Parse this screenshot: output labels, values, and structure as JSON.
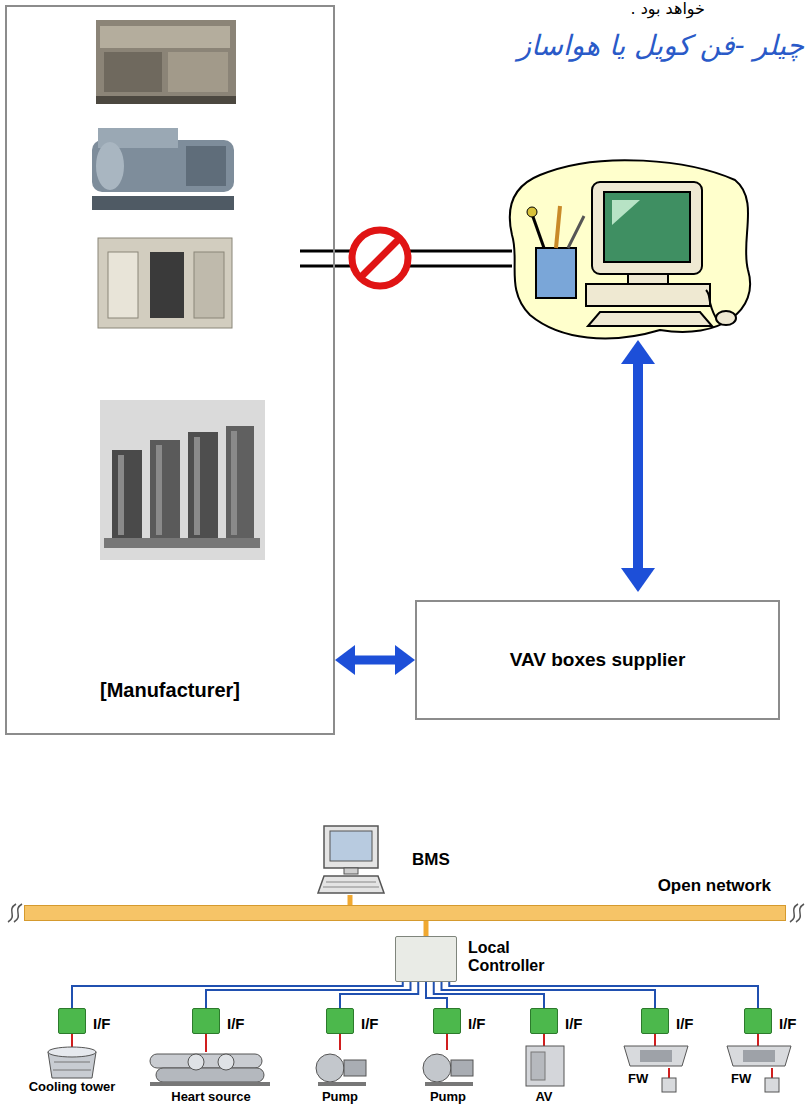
{
  "diagram": {
    "nodes": [
      {
        "text": [
          "[Manufacturer]"
        ]
      },
      {
        "text": [
          "VAV boxes supplier"
        ]
      },
      {
        "text": [
          "BMS"
        ]
      },
      {
        "text": [
          "Open network"
        ]
      },
      {
        "text": [
          "Local Controller"
        ]
      },
      {
        "text": [
          "I/F"
        ]
      },
      {
        "text": [
          "I/F"
        ]
      },
      {
        "text": [
          "I/F"
        ]
      },
      {
        "text": [
          "I/F"
        ]
      },
      {
        "text": [
          "I/F"
        ]
      },
      {
        "text": [
          "I/F"
        ]
      },
      {
        "text": [
          "I/F"
        ]
      }
    ],
    "edges": [
      {
        "from": 0,
        "to": 1,
        "arrow": "both"
      },
      {
        "from": 2,
        "to": 3,
        "arrow": "none"
      },
      {
        "from": 3,
        "to": 4,
        "arrow": "none"
      },
      {
        "from": 4,
        "to": 5,
        "arrow": "none"
      },
      {
        "from": 4,
        "to": 6,
        "arrow": "none"
      },
      {
        "from": 4,
        "to": 7,
        "arrow": "none"
      },
      {
        "from": 4,
        "to": 8,
        "arrow": "none"
      },
      {
        "from": 4,
        "to": 9,
        "arrow": "none"
      },
      {
        "from": 4,
        "to": 10,
        "arrow": "none"
      },
      {
        "from": 4,
        "to": 11,
        "arrow": "none"
      }
    ],
    "labels": [
      "خواهد بود .",
      "چیلر -فن کویل یا هواساز",
      "Cooling tower",
      "Heart source",
      "Pump",
      "Pump",
      "AV",
      "FW",
      "FW"
    ]
  }
}
